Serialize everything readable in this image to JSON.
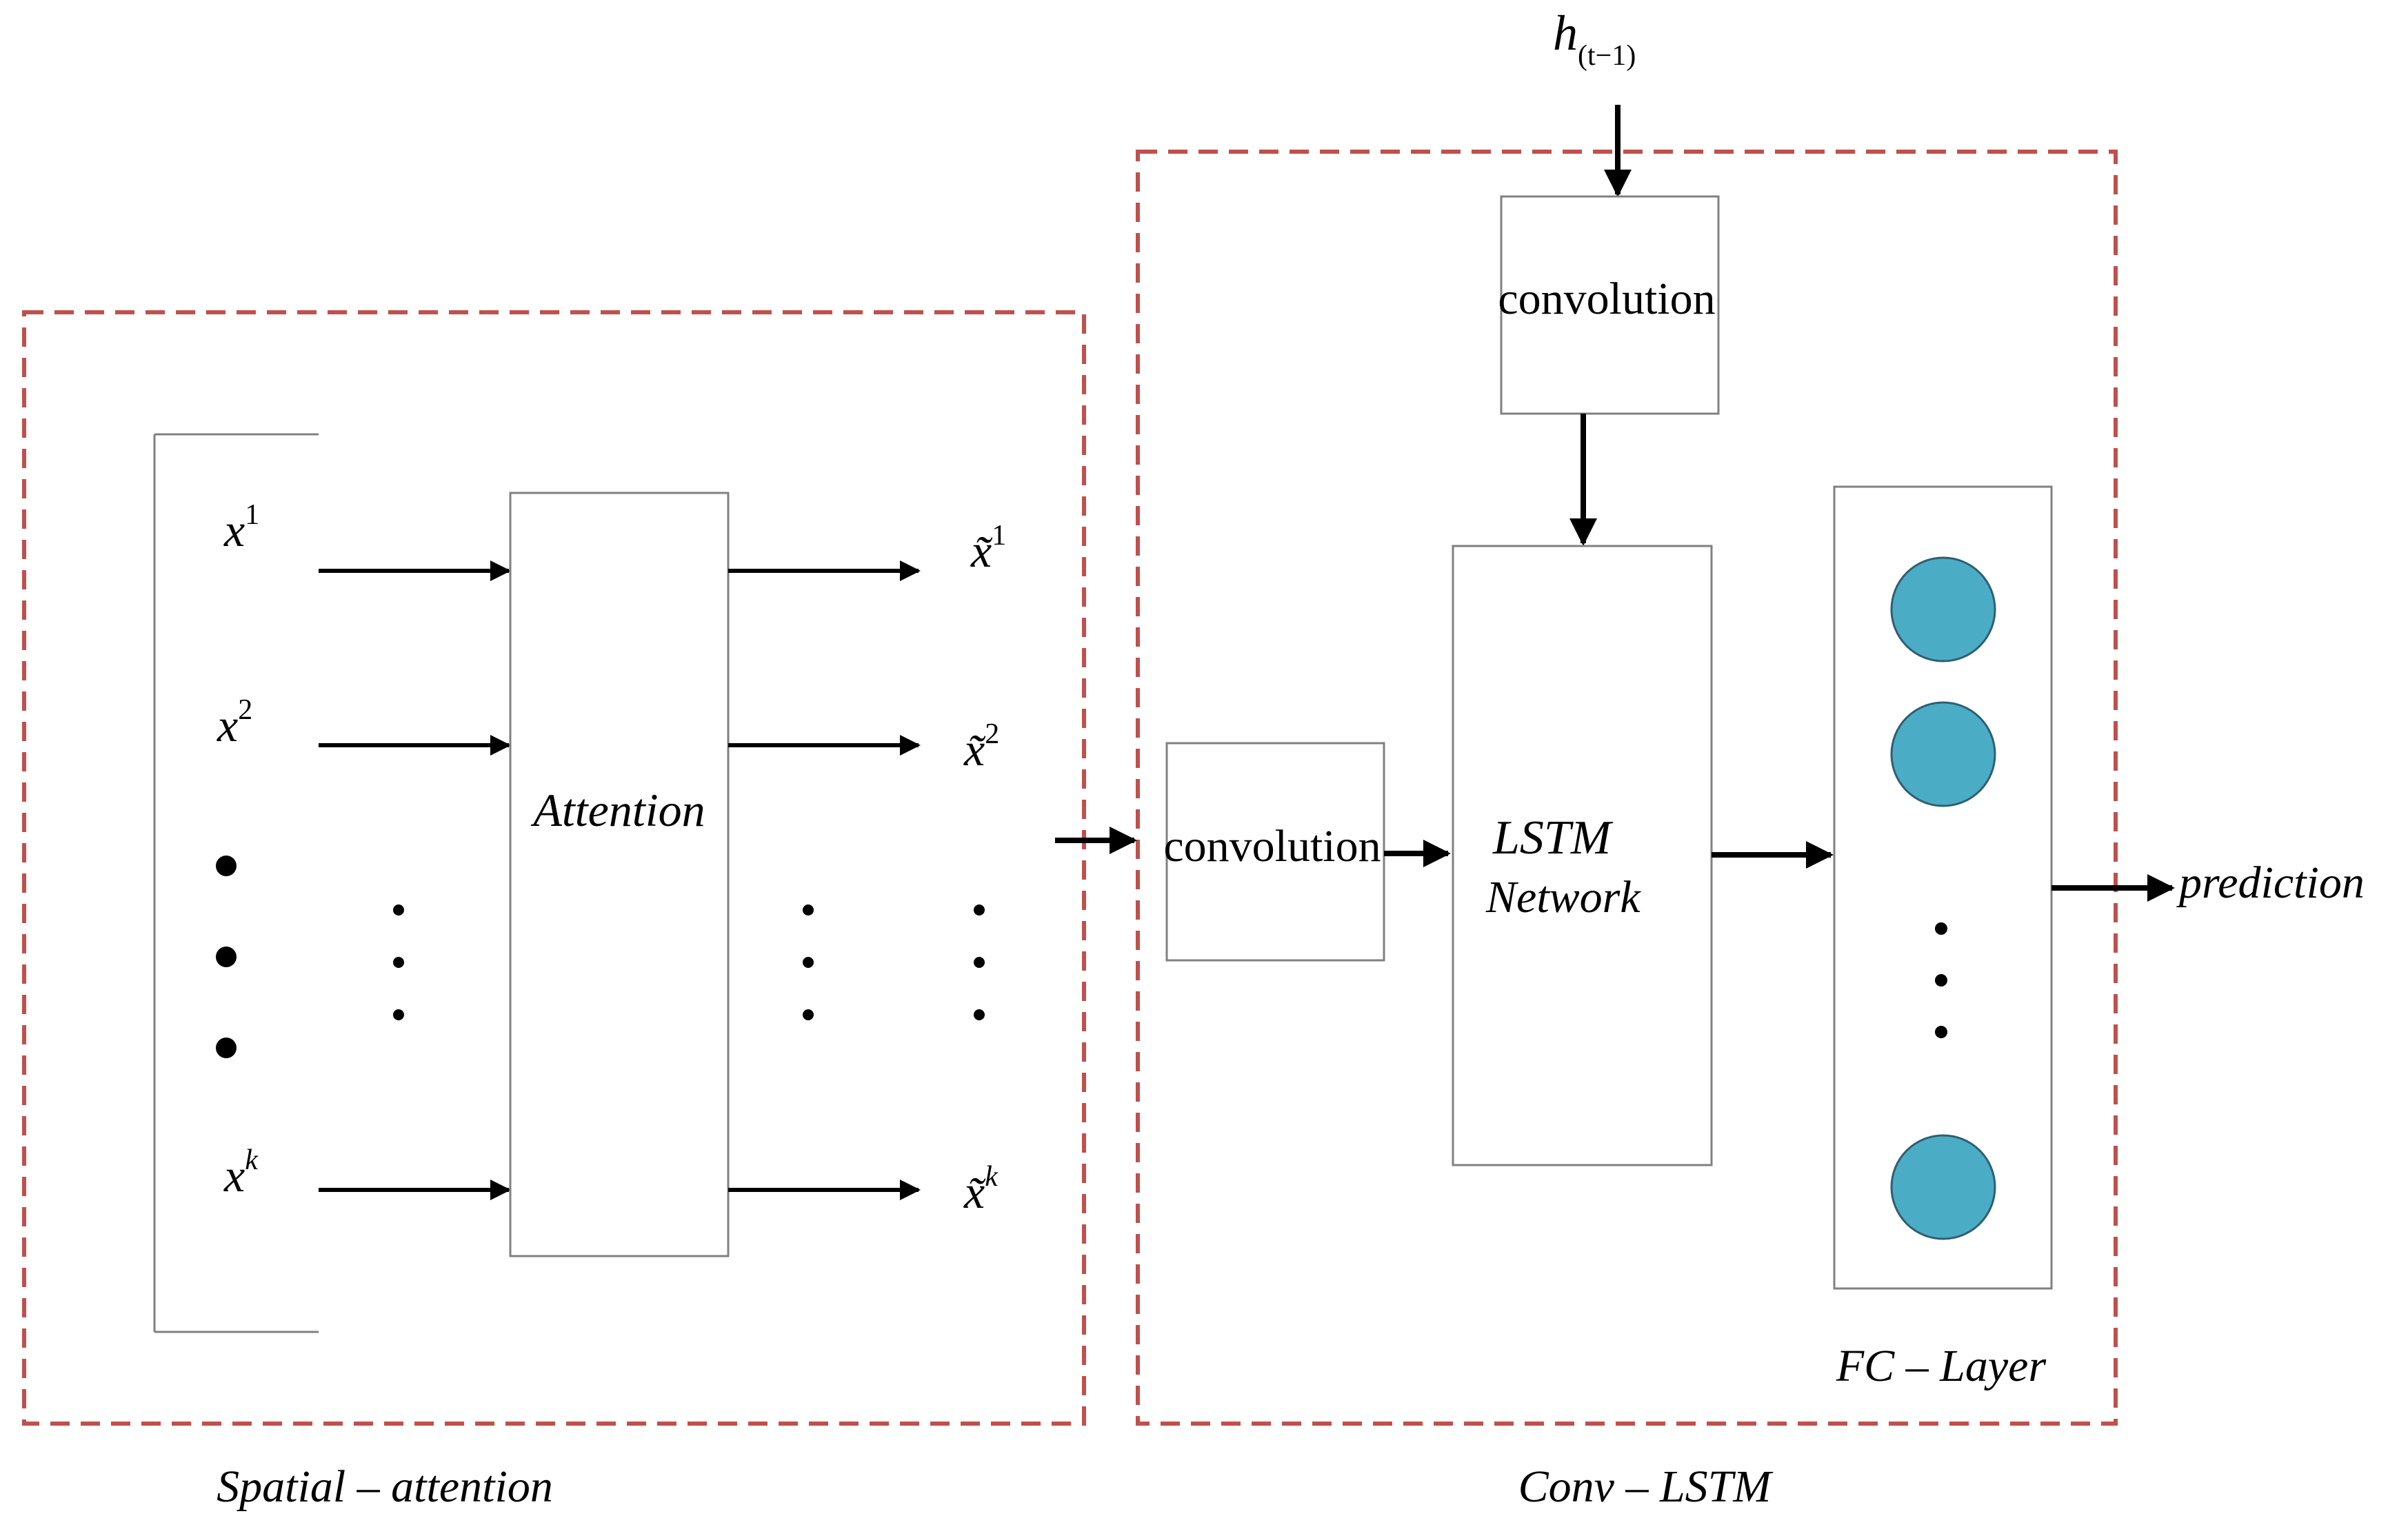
{
  "colors": {
    "dashed_border": "#c0504d",
    "node_fill": "#4bacc6",
    "line": "#000000",
    "box_stroke": "#808080"
  },
  "groups": {
    "spatial_attention": "Spatial – attention",
    "conv_lstm": "Conv – LSTM"
  },
  "inputs": {
    "x1": {
      "base": "x",
      "sup": "1"
    },
    "x2": {
      "base": "x",
      "sup": "2"
    },
    "xk": {
      "base": "x",
      "sup": "k"
    }
  },
  "outputs": {
    "xt1": {
      "base": "x̃",
      "sup": "1"
    },
    "xt2": {
      "base": "x̃",
      "sup": "2"
    },
    "xtk": {
      "base": "x̃",
      "sup": "k"
    }
  },
  "attention_label": "Attention",
  "hidden_state": {
    "base": "h",
    "sub": "(t−1)"
  },
  "conv_top_label": "convolution",
  "conv_left_label": "convolution",
  "lstm_label_line1": "LSTM",
  "lstm_label_line2": "Network",
  "fc_label": "FC – Layer",
  "output_label": "prediction"
}
